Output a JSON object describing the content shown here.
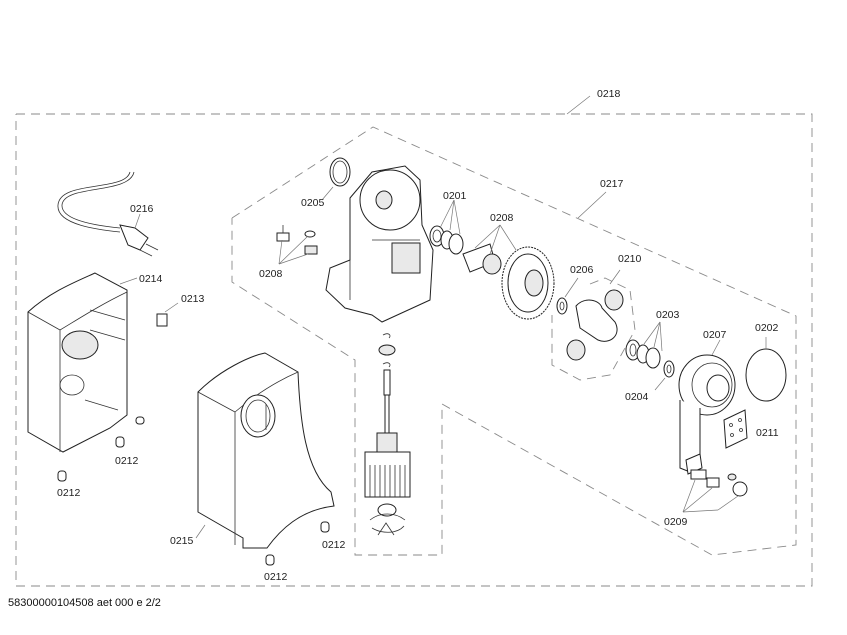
{
  "diagram": {
    "title": "Exploded parts view",
    "footer": "58300000104508 aet 000 e 2/2",
    "groups": [
      {
        "id": "outer-assembly",
        "label": "0218"
      },
      {
        "id": "gear-unit-assembly",
        "label": "0217"
      }
    ],
    "parts": [
      {
        "id": "p0201",
        "label": "0201",
        "name": "seal-rings"
      },
      {
        "id": "p0202",
        "label": "0202",
        "name": "o-ring"
      },
      {
        "id": "p0203",
        "label": "0203",
        "name": "seal-rings"
      },
      {
        "id": "p0204",
        "label": "0204",
        "name": "washer"
      },
      {
        "id": "p0205",
        "label": "0205",
        "name": "o-ring"
      },
      {
        "id": "p0206",
        "label": "0206",
        "name": "washer"
      },
      {
        "id": "p0207",
        "label": "0207",
        "name": "cover-flange"
      },
      {
        "id": "p0208",
        "label": "0208",
        "name": "pinion-and-gear"
      },
      {
        "id": "p0209a",
        "label": "0209",
        "name": "carbon-brushes-left"
      },
      {
        "id": "p0209b",
        "label": "0209",
        "name": "carbon-brushes-right"
      },
      {
        "id": "p0210",
        "label": "0210",
        "name": "planet-carrier"
      },
      {
        "id": "p0211",
        "label": "0211",
        "name": "gasket-plate"
      },
      {
        "id": "p0212a",
        "label": "0212",
        "name": "foot-1"
      },
      {
        "id": "p0212b",
        "label": "0212",
        "name": "foot-2"
      },
      {
        "id": "p0212c",
        "label": "0212",
        "name": "foot-3"
      },
      {
        "id": "p0212d",
        "label": "0212",
        "name": "foot-4"
      },
      {
        "id": "p0213",
        "label": "0213",
        "name": "switch"
      },
      {
        "id": "p0214",
        "label": "0214",
        "name": "rear-housing"
      },
      {
        "id": "p0215",
        "label": "0215",
        "name": "front-housing"
      },
      {
        "id": "p0216",
        "label": "0216",
        "name": "power-cord"
      }
    ]
  }
}
